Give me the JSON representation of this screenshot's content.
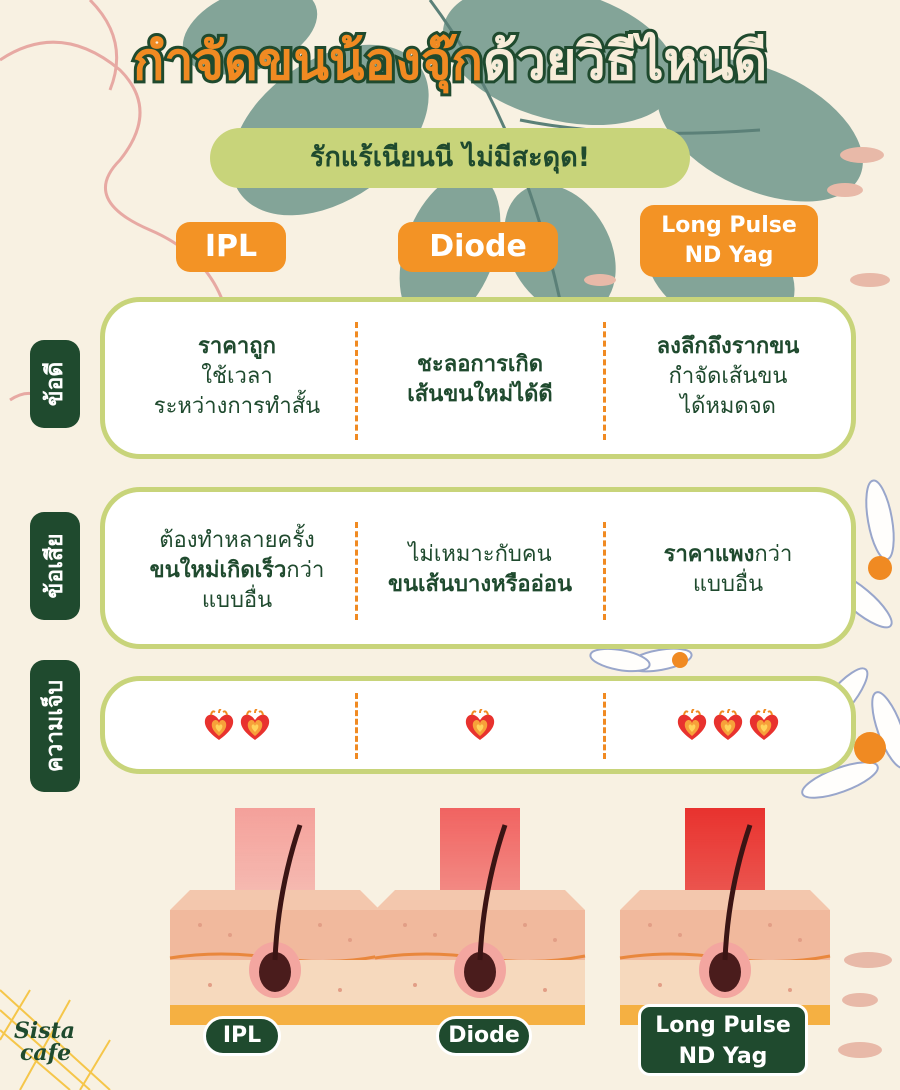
{
  "header": {
    "title_part1": "กำจัดขนน้องจุ๊ก",
    "title_part2": "ด้วยวิธีไหนดี",
    "subtitle": "รักแร้เนียนนี ไม่มีสะดุด!"
  },
  "methods": [
    {
      "line1": "IPL",
      "line2": ""
    },
    {
      "line1": "Diode",
      "line2": ""
    },
    {
      "line1": "Long Pulse",
      "line2": "ND Yag"
    }
  ],
  "rows": {
    "pros": {
      "label": "ข้อดี",
      "cells": [
        {
          "bold": "ราคาถูก",
          "lines": [
            "ใช้เวลา",
            "ระหว่างการทำสั้น"
          ]
        },
        {
          "bold_lines": [
            "ชะลอการเกิด",
            "เส้นขนใหม่ได้ดี"
          ]
        },
        {
          "bold": "ลงลึกถึงรากขน",
          "lines": [
            "กำจัดเส้นขน",
            "ได้หมดจด"
          ]
        }
      ]
    },
    "cons": {
      "label": "ข้อเสีย",
      "cells": [
        {
          "line1": "ต้องทำหลายครั้ง",
          "line2_bold": "ขนใหม่เกิดเร็ว",
          "line2_rest": "กว่า",
          "line3": "แบบอื่น"
        },
        {
          "line1": "ไม่เหมาะกับคน",
          "line2_bold": "ขนเส้นบางหรืออ่อน"
        },
        {
          "line1_bold": "ราคาแพง",
          "line1_rest": "กว่า",
          "line2": "แบบอื่น"
        }
      ]
    },
    "pain": {
      "label": "ความเจ็บ",
      "levels": [
        2,
        1,
        3
      ],
      "icon": "burning-heart-icon"
    }
  },
  "bottom_labels": [
    {
      "line1": "IPL",
      "line2": ""
    },
    {
      "line1": "Diode",
      "line2": ""
    },
    {
      "line1": "Long Pulse",
      "line2": "ND Yag"
    }
  ],
  "logo": {
    "line1": "Sista",
    "line2": "cafe"
  },
  "colors": {
    "accent": "#f39325",
    "dark": "#1f4a2e",
    "lime": "#c8d47a",
    "bg": "#f8f1e2"
  }
}
